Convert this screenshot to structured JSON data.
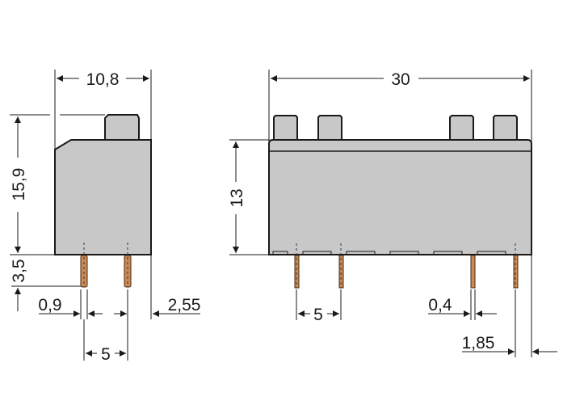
{
  "colors": {
    "housing": "#c8c8c8",
    "pins": "#c98a55",
    "lines": "#1a1a1a"
  },
  "side_view": {
    "width": "10,8",
    "height": "15,9",
    "pin_length": "3,5",
    "pin_width": "0,9",
    "pin_pitch": "5",
    "pin_offset": "2,55"
  },
  "front_view": {
    "width": "30",
    "height": "13",
    "pin_pitch": "5",
    "pin_thickness": "0,4",
    "pin_offset": "1,85"
  }
}
